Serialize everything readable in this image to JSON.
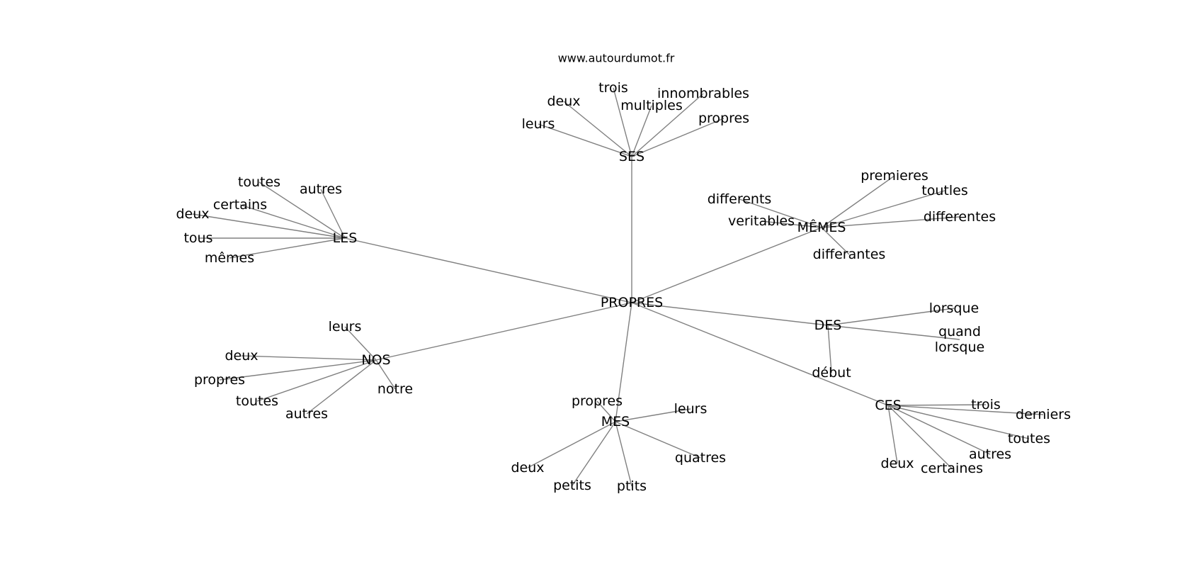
{
  "source": "www.autourdumot.fr",
  "root": "PROPRES",
  "groups": [
    {
      "id": "SES",
      "label": "SES",
      "words": [
        "leurs",
        "deux",
        "trois",
        "multiples",
        "innombrables",
        "propres"
      ]
    },
    {
      "id": "LES",
      "label": "LES",
      "words": [
        "toutes",
        "autres",
        "certains",
        "deux",
        "tous",
        "mêmes"
      ]
    },
    {
      "id": "MEMES",
      "label": "MÊMES",
      "words": [
        "differents",
        "veritables",
        "premieres",
        "toutles",
        "differentes",
        "differantes"
      ]
    },
    {
      "id": "NOS",
      "label": "NOS",
      "words": [
        "leurs",
        "deux",
        "propres",
        "toutes",
        "autres",
        "notre"
      ]
    },
    {
      "id": "DES",
      "label": "DES",
      "words": [
        "lorsque",
        "quand\nlorsque",
        "début"
      ]
    },
    {
      "id": "MES",
      "label": "MES",
      "words": [
        "propres",
        "leurs",
        "deux",
        "petits",
        "ptits",
        "quatres"
      ]
    },
    {
      "id": "CES",
      "label": "CES",
      "words": [
        "trois",
        "derniers",
        "toutes",
        "autres",
        "deux",
        "certaines"
      ]
    }
  ]
}
